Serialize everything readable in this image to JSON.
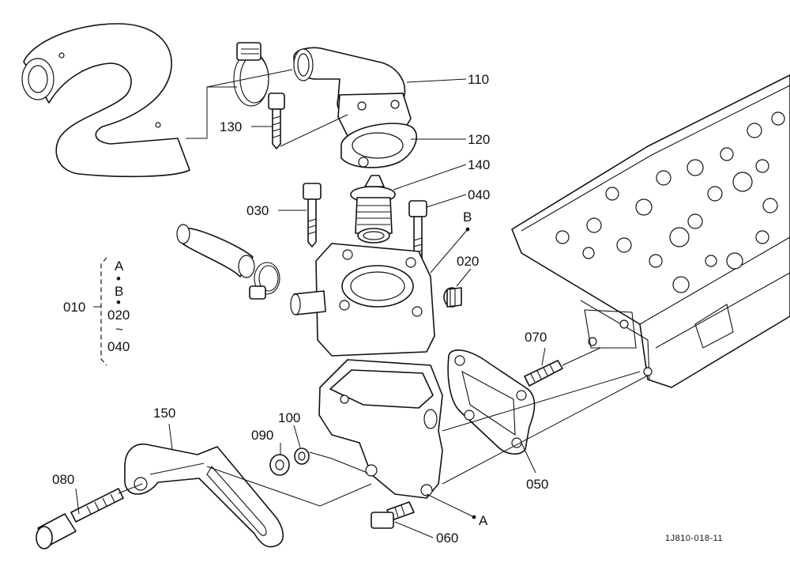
{
  "callouts": {
    "p010": "010",
    "p020": "020",
    "p030": "030",
    "p040": "040",
    "p050": "050",
    "p060": "060",
    "p070": "070",
    "p080": "080",
    "p090": "090",
    "p100": "100",
    "p110": "110",
    "p120": "120",
    "p130": "130",
    "p140": "140",
    "p150": "150"
  },
  "refs": {
    "a": "A",
    "b": "B"
  },
  "assembly_bracket": {
    "line1": "A",
    "sep1": "•",
    "line2": "B",
    "sep2": "•",
    "line3": "020",
    "tilde": "~",
    "line4": "040"
  },
  "drawing_code": "1J810-018-11"
}
